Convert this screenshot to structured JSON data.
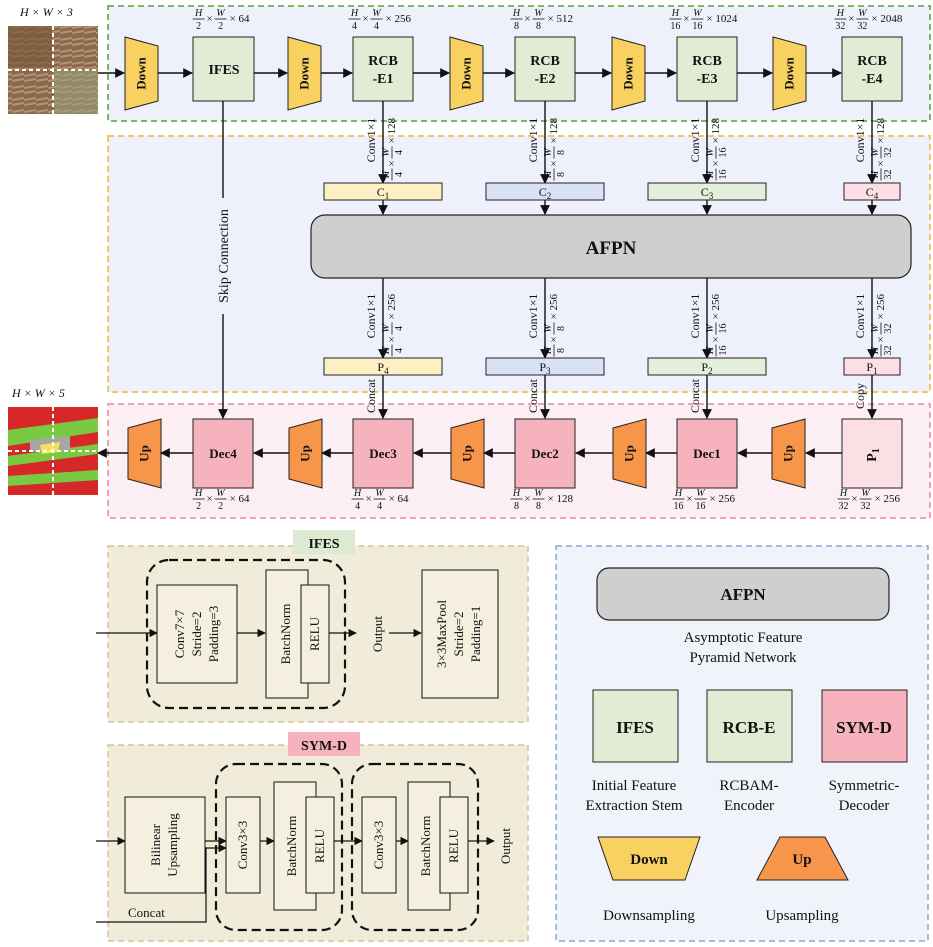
{
  "input_dims": "H × W × 3",
  "output_dims": "H × W × 5",
  "colors": {
    "encoder_bg": "#eef1fb",
    "encoder_border": "#7bb662",
    "afpn_region_border": "#f0c95c",
    "decoder_bg": "#fbeff3",
    "decoder_border": "#f2a3b3",
    "down_fill": "#f8d160",
    "up_fill": "#f7954a",
    "ifes_fill": "#e2ecd5",
    "dec_fill": "#f7b3bd",
    "afpn_fill": "#cfcfcf",
    "c1_fill": "#fdf0c4",
    "c2_fill": "#d9e1f4",
    "c3_fill": "#e2efda",
    "c4_fill": "#fbdfe5",
    "legend_bg": "#f1f3fb",
    "legend_border": "#8aa7cf",
    "sub_bg": "#f1ecda",
    "sub_border": "#d4c69a"
  },
  "encoder": {
    "down": "Down",
    "ifes": "IFES",
    "rcb": [
      {
        "line1": "RCB",
        "line2": "-E1"
      },
      {
        "line1": "RCB",
        "line2": "-E2"
      },
      {
        "line1": "RCB",
        "line2": "-E3"
      },
      {
        "line1": "RCB",
        "line2": "-E4"
      }
    ],
    "dims": [
      {
        "a": "H",
        "b": "2",
        "c": "W",
        "d": "2",
        "ch": "× 64"
      },
      {
        "a": "H",
        "b": "4",
        "c": "W",
        "d": "4",
        "ch": "× 256"
      },
      {
        "a": "H",
        "b": "8",
        "c": "W",
        "d": "8",
        "ch": "× 512"
      },
      {
        "a": "H",
        "b": "16",
        "c": "W",
        "d": "16",
        "ch": "× 1024"
      },
      {
        "a": "H",
        "b": "32",
        "c": "W",
        "d": "32",
        "ch": "× 2048"
      }
    ]
  },
  "lateral": {
    "conv": "Conv1×1",
    "top_dims": [
      {
        "a": "H",
        "b": "4",
        "c": "W",
        "d": "4",
        "ch": "× 128"
      },
      {
        "a": "H",
        "b": "8",
        "c": "W",
        "d": "8",
        "ch": "× 128"
      },
      {
        "a": "H",
        "b": "16",
        "c": "W",
        "d": "16",
        "ch": "× 128"
      },
      {
        "a": "H",
        "b": "32",
        "c": "W",
        "d": "32",
        "ch": "× 128"
      }
    ],
    "bottom_dims": [
      {
        "a": "H",
        "b": "4",
        "c": "W",
        "d": "4",
        "ch": "× 256"
      },
      {
        "a": "H",
        "b": "8",
        "c": "W",
        "d": "8",
        "ch": "× 256"
      },
      {
        "a": "H",
        "b": "16",
        "c": "W",
        "d": "16",
        "ch": "× 256"
      },
      {
        "a": "H",
        "b": "32",
        "c": "W",
        "d": "32",
        "ch": "× 256"
      }
    ],
    "c_labels": [
      {
        "t": "C",
        "s": "1"
      },
      {
        "t": "C",
        "s": "2"
      },
      {
        "t": "C",
        "s": "3"
      },
      {
        "t": "C",
        "s": "4"
      }
    ],
    "p_labels": [
      {
        "t": "P",
        "s": "4"
      },
      {
        "t": "P",
        "s": "3"
      },
      {
        "t": "P",
        "s": "2"
      },
      {
        "t": "P",
        "s": "1"
      }
    ]
  },
  "afpn": "AFPN",
  "skip_connection": "Skip Connection",
  "concat": "Concat",
  "copy": "Copy",
  "decoder": {
    "up": "Up",
    "blocks": [
      "Dec4",
      "Dec3",
      "Dec2",
      "Dec1"
    ],
    "p1": {
      "t": "P",
      "s": "1"
    },
    "dims": [
      {
        "a": "H",
        "b": "2",
        "c": "W",
        "d": "2",
        "ch": "× 64"
      },
      {
        "a": "H",
        "b": "4",
        "c": "W",
        "d": "4",
        "ch": "× 64"
      },
      {
        "a": "H",
        "b": "8",
        "c": "W",
        "d": "8",
        "ch": "× 128"
      },
      {
        "a": "H",
        "b": "16",
        "c": "W",
        "d": "16",
        "ch": "× 256"
      },
      {
        "a": "H",
        "b": "32",
        "c": "W",
        "d": "32",
        "ch": "× 256"
      }
    ]
  },
  "ifes_panel": {
    "title": "IFES",
    "conv_lines": [
      "Conv7×7",
      "Stride=2",
      "Padding=3"
    ],
    "bn": "BatchNorm",
    "relu": "RELU",
    "output": "Output",
    "pool_lines": [
      "3×3MaxPool",
      "Stride=2",
      "Padding=1"
    ]
  },
  "symd_panel": {
    "title": "SYM-D",
    "upsample_lines": [
      "Bilinear",
      "Upsampling"
    ],
    "conv": "Conv3×3",
    "bn": "BatchNorm",
    "relu": "RELU",
    "output": "Output",
    "concat": "Concat"
  },
  "legend": {
    "afpn": "AFPN",
    "afpn_desc": [
      "Asymptotic Feature",
      "Pyramid Network"
    ],
    "ifes": "IFES",
    "ifes_desc": [
      "Initial Feature",
      "Extraction Stem"
    ],
    "rcbe": "RCB-E",
    "rcbe_desc": [
      "RCBAM-",
      "Encoder"
    ],
    "symd": "SYM-D",
    "symd_desc": [
      "Symmetric-",
      "Decoder"
    ],
    "down": "Down",
    "down_desc": "Downsampling",
    "up": "Up",
    "up_desc": "Upsampling"
  }
}
